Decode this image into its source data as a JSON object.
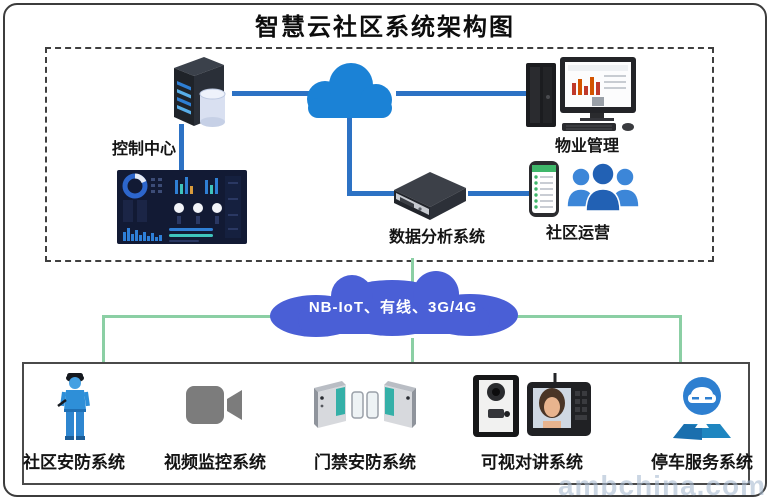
{
  "title": "智慧云社区系统架构图",
  "cloud_platform": {
    "nodes": [
      {
        "id": "control-center",
        "label": "控制中心",
        "icon": "server-tower-icon"
      },
      {
        "id": "internet-cloud",
        "label": "",
        "icon": "cloud-icon"
      },
      {
        "id": "property-management",
        "label": "物业管理",
        "icon": "desktop-computer-icon"
      },
      {
        "id": "monitor-dashboard",
        "label": "",
        "icon": "dashboard-screen-icon"
      },
      {
        "id": "data-analysis",
        "label": "数据分析系统",
        "icon": "nas-server-icon"
      },
      {
        "id": "community-operation",
        "label": "社区运营",
        "icon": "smartphone-users-icon"
      }
    ]
  },
  "network_cloud": {
    "label": "NB-IoT、有线、3G/4G"
  },
  "subsystems": [
    {
      "label": "社区安防系统",
      "icon": "security-guard-icon"
    },
    {
      "label": "视频监控系统",
      "icon": "video-camera-icon"
    },
    {
      "label": "门禁安防系统",
      "icon": "turnstile-gate-icon"
    },
    {
      "label": "可视对讲系统",
      "icon": "video-intercom-icon"
    },
    {
      "label": "停车服务系统",
      "icon": "parking-service-icon"
    }
  ],
  "watermark": "ambchina.com",
  "colors": {
    "connector_blue": "#2d72c4",
    "cloud_blue": "#1b82d6",
    "network_cloud_blue": "#4a5fd6",
    "connector_green": "#8bcfa4"
  }
}
